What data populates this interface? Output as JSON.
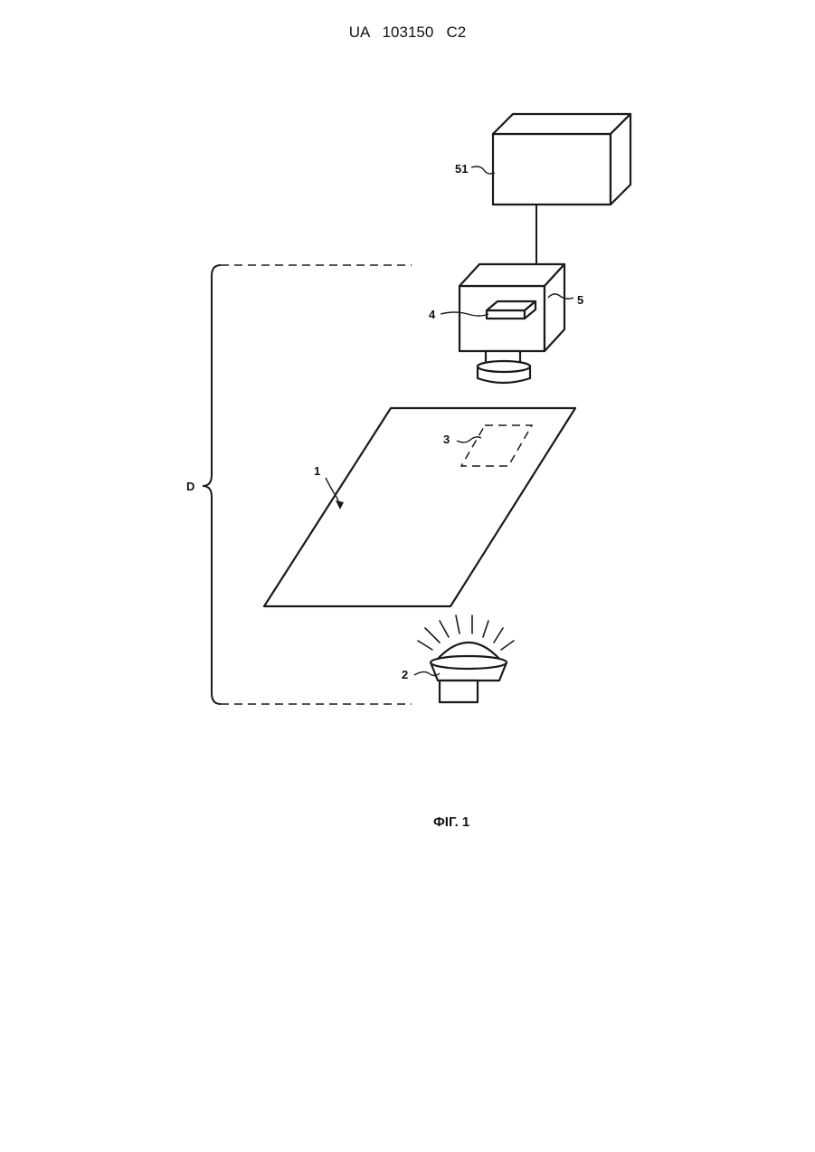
{
  "header": {
    "text": "UA   103150   C2"
  },
  "figure": {
    "caption": "ФІГ. 1",
    "labels": {
      "controller": "51",
      "camera": "5",
      "sensor": "4",
      "sheet": "1",
      "region": "3",
      "light": "2",
      "distance": "D"
    }
  }
}
